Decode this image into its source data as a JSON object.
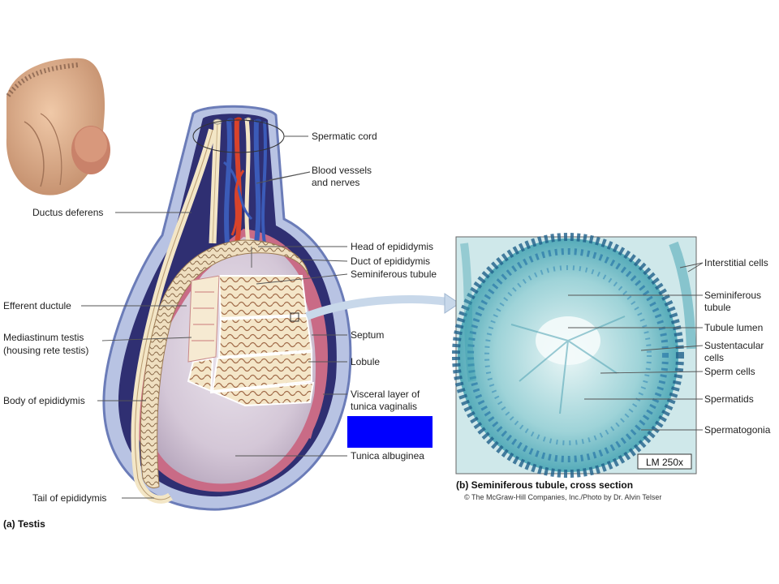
{
  "labels": {
    "spermatic_cord": "Spermatic cord",
    "blood_vessels_1": "Blood vessels",
    "blood_vessels_2": "and nerves",
    "ductus_deferens": "Ductus deferens",
    "head_epididymis": "Head of epididymis",
    "duct_epididymis": "Duct of epididymis",
    "seminiferous_tubule": "Seminiferous tubule",
    "efferent_ductule": "Efferent ductule",
    "mediastinum_1": "Mediastinum testis",
    "mediastinum_2": "(housing rete testis)",
    "septum": "Septum",
    "lobule": "Lobule",
    "body_epididymis": "Body of epididymis",
    "visceral_1": "Visceral layer of",
    "visceral_2": "tunica vaginalis",
    "tunica_albuginea": "Tunica albuginea",
    "tail_epididymis": "Tail of epididymis",
    "interstitial": "Interstitial cells",
    "sem_tubule_1": "Seminiferous",
    "sem_tubule_2": "tubule",
    "tubule_lumen": "Tubule lumen",
    "sustentacular_1": "Sustentacular",
    "sustentacular_2": "cells",
    "sperm_cells": "Sperm cells",
    "spermatids": "Spermatids",
    "spermatogonia": "Spermatogonia"
  },
  "captions": {
    "a": "(a) Testis",
    "b": "(b) Seminiferous tubule, cross section",
    "credit": "© The McGraw-Hill Companies, Inc./Photo by Dr. Alvin Telser",
    "magnification": "LM 250x"
  },
  "colors": {
    "redact_box": "#0000ff",
    "tissue_cream": "#f2e2c4",
    "tunica_pink": "#c96b86",
    "vessel_blue": "#3b5bb8",
    "artery_red": "#d8432b",
    "histology_teal": "#4fb3c0"
  }
}
